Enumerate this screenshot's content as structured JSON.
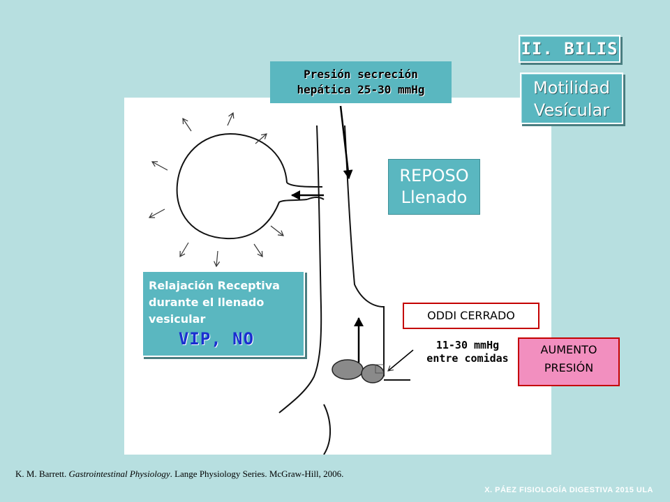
{
  "header": {
    "title": "II. BILIS",
    "subtitle_lines": [
      "Motilidad",
      "Vesícular"
    ]
  },
  "labels": {
    "pressure_lines": [
      "Presión secreción",
      "hepática 25-30 mmHg"
    ],
    "state_lines": [
      "REPOSO",
      "Llenado"
    ],
    "relaxation_lines": [
      "Relajación Receptiva",
      "durante el llenado",
      "vesicular"
    ],
    "mediators": "VIP, NO",
    "sphincter": "ODDI CERRADO",
    "fasting_pressure_lines": [
      "11-30 mmHg",
      "entre comidas"
    ],
    "pressure_increase_lines": [
      "AUMENTO",
      "PRESIÓN"
    ]
  },
  "citation": {
    "authors": "K. M. Barrett.",
    "title": "Gastrointestinal Physiology",
    "rest": ". Lange Physiology Series. McGraw-Hill, 2006."
  },
  "footer": "X. PÁEZ   FISIOLOGÍA DIGESTIVA 2015 ULA",
  "colors": {
    "background": "#b7dfe0",
    "box_teal": "#5ab7c0",
    "mediator_blue": "#1a2fd0",
    "alert_red": "#c40000",
    "alert_pink": "#f28fbf"
  }
}
